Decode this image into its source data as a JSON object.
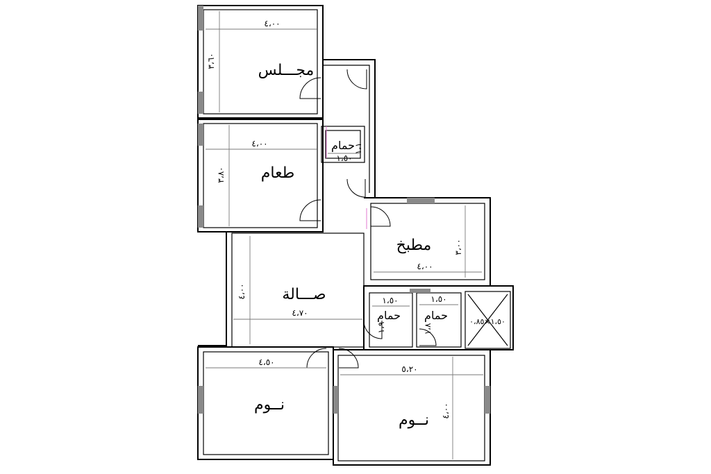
{
  "rooms": {
    "majlis": "مجـــلس",
    "taam": "طعام",
    "hammam1": "حمام",
    "matbakh": "مطبخ",
    "sala": "صـــالة",
    "hammam2": "حمام",
    "hammam3": "حمام",
    "nawm1": "نــوم",
    "nawm2": "نــوم"
  },
  "dimensions": {
    "majlis_w": "٤،٠٠",
    "majlis_h": "٣،٦٠",
    "taam_w": "٤،٠٠",
    "taam_h": "٣،٨٠",
    "hammam1_w": "١،٥٠",
    "hammam1_h": "١،١",
    "matbakh_w": "٤،٠٠",
    "matbakh_h": "٣،٠٠",
    "sala_w": "٤،٧٠",
    "sala_h": "٤،٠٠",
    "hammam2_w": "١،٥٠",
    "hammam2_h": "١،٩",
    "hammam3_w": "١،٥٠",
    "hammam3_h": "١،٨",
    "shaft": "١،٥٠×٠،٨٥",
    "nawm1_w": "٤،٥٠",
    "nawm2_w": "٥،٢٠",
    "nawm2_h": "٤،٠٠"
  },
  "colors": {
    "wall": "#000000",
    "window": "#8a8a8a",
    "dimension_line": "#7a7a7a",
    "door_accent": "#e07ad0"
  }
}
